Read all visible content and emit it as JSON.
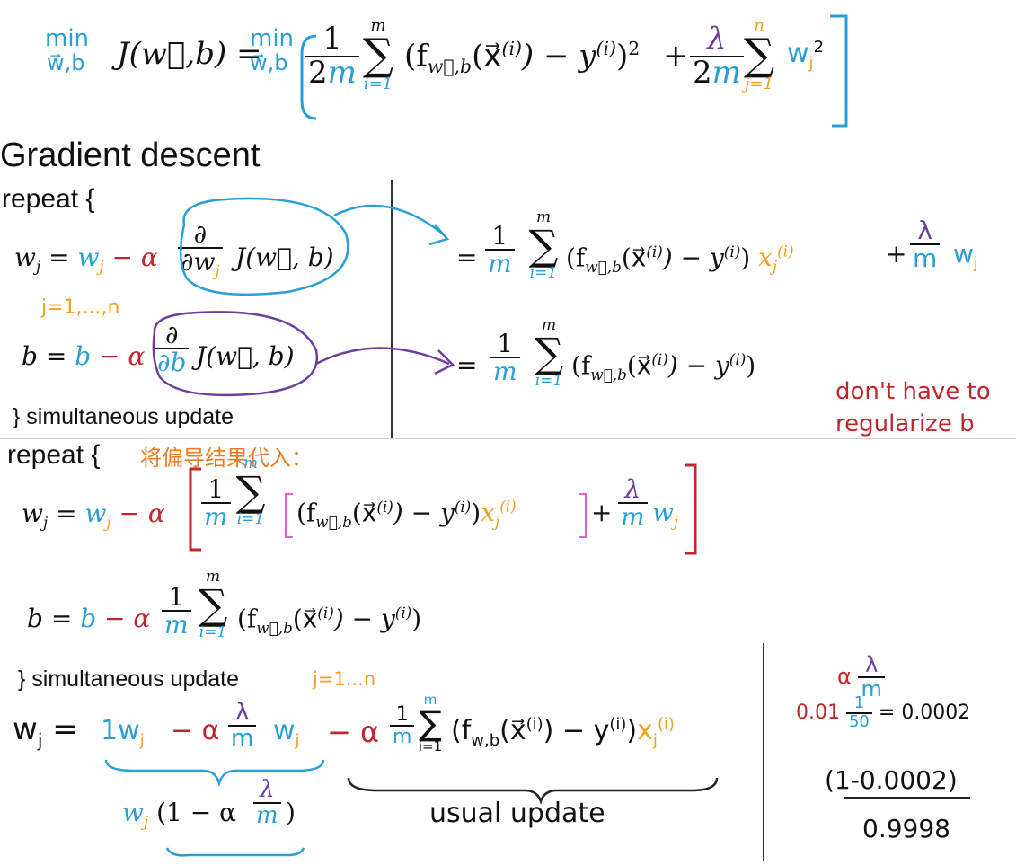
{
  "top_formula": {
    "min_label": "min",
    "min_sub": "w⃗,b",
    "lhs": "J(w⃗,b) =",
    "min2_label": "min",
    "min2_sub": "w⃗,b",
    "frac1_num": "1",
    "frac1_den": "2m",
    "sum1_top": "m",
    "sum1_bottom": "i=1",
    "body": "(f",
    "f_sub": "w⃗,b",
    "body2": "(x⃗",
    "sup_i": "(i)",
    "body3": ") − y",
    "body4": ")",
    "sq": "2",
    "plus": "+",
    "lambda_num": "λ",
    "lambda_den": "2m",
    "sum2_top": "n",
    "sum2_bottom": "j=1",
    "wj": "w",
    "wj_sub": "j",
    "wj_sup": "2"
  },
  "title": "Gradient descent",
  "block1": {
    "repeat": "repeat {",
    "wj_lhs": "w",
    "wj_sub": "j",
    "eq": " = ",
    "minus_alpha": " − α",
    "partial": "∂",
    "dwj": "∂w",
    "j_sub": "j",
    "J": "J(w⃗, b)",
    "range": "j=1,...,n",
    "b_lhs": "b",
    "b_rhs": "b",
    "db": "∂b",
    "close": "} simultaneous update",
    "rhs1_eq": "=",
    "rhs_frac_num": "1",
    "rhs_frac_den": "m",
    "rhs_sum_top": "m",
    "rhs_sum_bottom": "i=1",
    "rhs1_body": "(f",
    "rhs_f_sub": "w⃗,b",
    "rhs_body2": "(x⃗",
    "rhs_sup": "(i)",
    "rhs_body3": ") − y",
    "rhs_body4": ")",
    "xj": "x",
    "xj_sub": "j",
    "xj_sup": "(i)",
    "plus": "+",
    "lam": "λ",
    "lam_den": "m",
    "wj2": "w",
    "wj2_sub": "j",
    "note_line1": "don't have to",
    "note_line2": "regularize b"
  },
  "block2": {
    "repeat": "repeat {",
    "cn_note": "将偏导结果代入：",
    "wj_lhs": "w",
    "wj_sub": "j",
    "minus_alpha": " − α",
    "frac_num": "1",
    "frac_den": "m",
    "sum_top": "m",
    "sum_bottom": "i=1",
    "body": "(f",
    "f_sub": "w⃗,b",
    "body2": "(x⃗",
    "sup_i": "(i)",
    "body3": ") − y",
    "body4": ")",
    "xj": "x",
    "xj_sub": "j",
    "xj_sup": "(i)",
    "plus": "+",
    "lam": "λ",
    "lam_den": "m",
    "b_lhs": "b",
    "b_rhs": "b",
    "close": "} simultaneous update",
    "range": "j=1...n"
  },
  "block3": {
    "wj": "w",
    "j": "j",
    "eq": "=",
    "one_wj": "1w",
    "minus_alpha": "− α",
    "lam": "λ",
    "m": "m",
    "minus_alpha2": "− α",
    "one": "1",
    "sum_top": "m",
    "sum_bottom": "i=1",
    "body": "(f",
    "f_sub": "w,b",
    "body2": "(x⃗",
    "sup_i": "(i)",
    "body3": ") − y",
    "body4": ")",
    "xj": "x",
    "xj_sub": "j",
    "xj_sup": "(i)",
    "factored": "w",
    "factored_sub": "j",
    "paren": "(1 − α",
    "paren_close": ")",
    "usual": "usual update"
  },
  "side_calc": {
    "alpha": "α",
    "lam": "λ",
    "m": "m",
    "calc_left": "0.01",
    "calc_num": "1",
    "calc_den": "50",
    "calc_right": "= 0.0002",
    "paren": "(1-0.0002)",
    "result": "0.9998"
  }
}
